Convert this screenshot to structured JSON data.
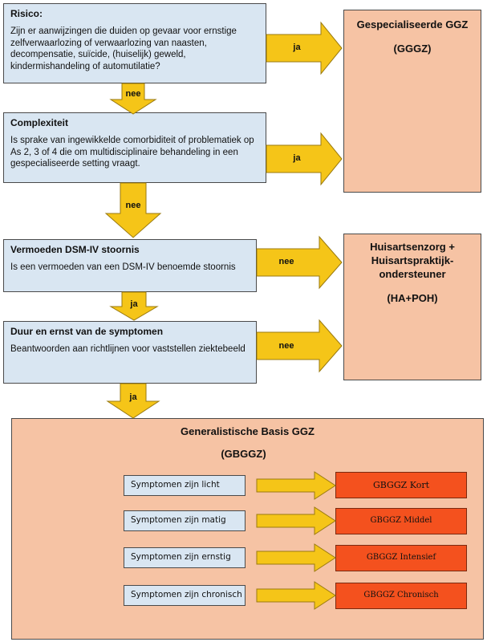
{
  "questions": [
    {
      "title": "Risico:",
      "text": "Zijn er aanwijzingen die duiden op gevaar voor ernstige zelfverwaarlozing of verwaarlozing van naasten, decompensatie, suïcide, (huiselijk) geweld, kindermishandeling of automutilatie?"
    },
    {
      "title": "Complexiteit",
      "text": "Is sprake van ingewikkelde comorbiditeit of problematiek op As 2, 3 of 4 die om multidisciplinaire behandeling in een gespecialiseerde setting vraagt."
    },
    {
      "title": "Vermoeden DSM-IV stoornis",
      "text": "Is een vermoeden van een DSM-IV benoemde stoornis"
    },
    {
      "title": "Duur  en ernst van de symptomen",
      "text": "Beantwoorden aan richtlijnen voor vaststellen ziektebeeld"
    }
  ],
  "targets": {
    "gggz": {
      "title": "Gespecialiseerde GGZ",
      "abbr": "(GGGZ)"
    },
    "ha": {
      "title_lines": [
        "Huisartsenzorg +",
        "Huisartspraktijk-",
        "ondersteuner"
      ],
      "abbr": "(HA+POH)"
    },
    "gbggz": {
      "title": "Generalistische Basis GGZ",
      "abbr": "(GBGGZ)"
    }
  },
  "arrows": {
    "q1_right": "ja",
    "q1_down": "nee",
    "q2_right": "ja",
    "q2_down": "nee",
    "q3_right": "nee",
    "q3_down": "ja",
    "q4_right": "nee",
    "q4_down": "ja"
  },
  "symptoms": [
    {
      "label": "Symptomen zijn licht",
      "result": "GBGGZ Kort"
    },
    {
      "label": "Symptomen zijn matig",
      "result": "GBGGZ Middel"
    },
    {
      "label": "Symptomen zijn ernstig",
      "result": "GBGGZ  Intensief"
    },
    {
      "label": "Symptomen zijn chronisch",
      "result": "GBGGZ Chronisch"
    }
  ],
  "colors": {
    "question_fill": "#d9e6f2",
    "target_fill": "#f6c3a4",
    "arrow_fill": "#f5c518",
    "result_fill": "#f4511e"
  }
}
